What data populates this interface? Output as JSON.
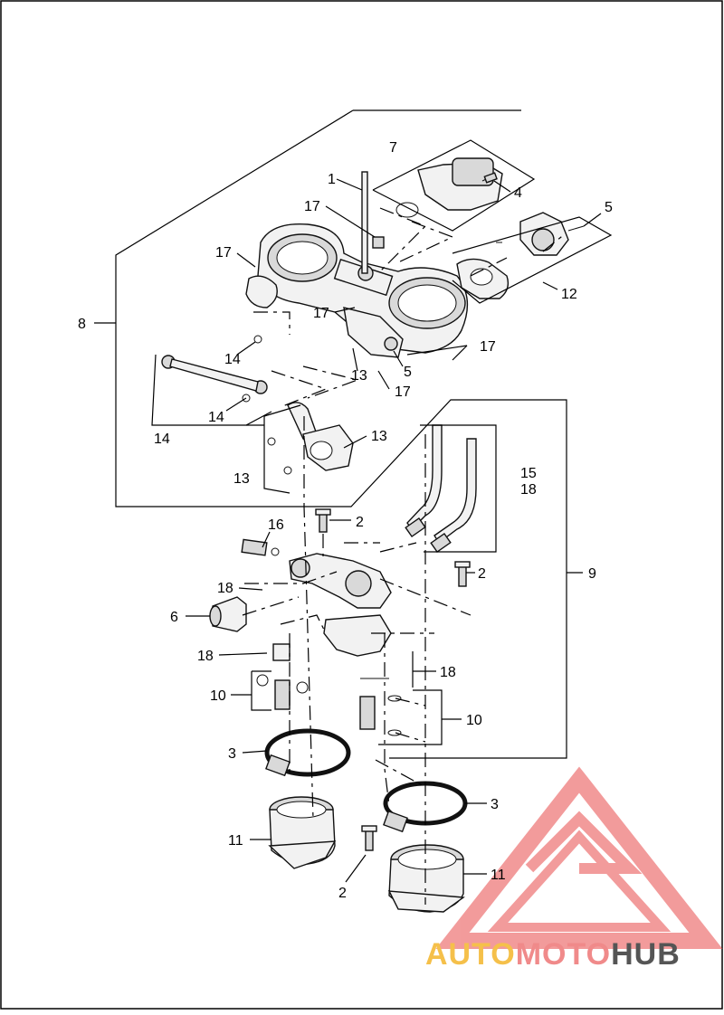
{
  "callouts": {
    "c1": "1",
    "c2a": "2",
    "c2b": "2",
    "c2c": "2",
    "c3a": "3",
    "c3b": "3",
    "c4": "4",
    "c5a": "5",
    "c5b": "5",
    "c6": "6",
    "c7": "7",
    "c8": "8",
    "c9": "9",
    "c10a": "10",
    "c10b": "10",
    "c11a": "11",
    "c11b": "11",
    "c12": "12",
    "c13a": "13",
    "c13b": "13",
    "c13c": "13",
    "c14a": "14",
    "c14b": "14",
    "c14c": "14",
    "c15": "15",
    "c16": "16",
    "c17a": "17",
    "c17b": "17",
    "c17c": "17",
    "c17d": "17",
    "c17e": "17",
    "c18a": "18",
    "c18b": "18",
    "c18c": "18",
    "c18d": "18"
  },
  "watermark": {
    "part1": "AUTO",
    "part2": "MOTO",
    "part3": "HUB",
    "color_auto": "#f5c04a",
    "color_moto": "#f08a8a",
    "color_hub": "#555555"
  }
}
